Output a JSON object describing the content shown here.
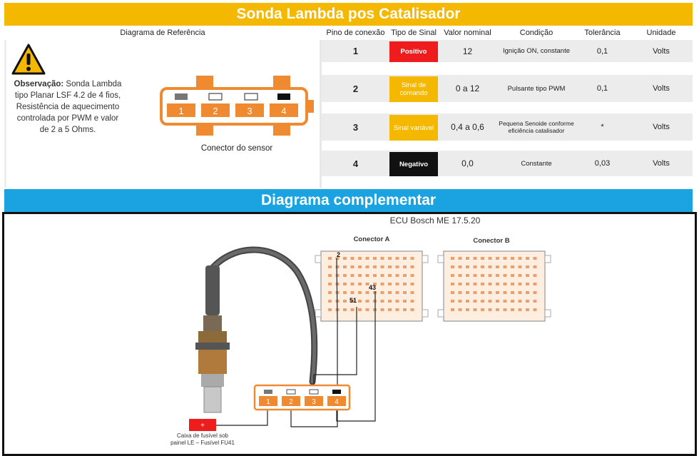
{
  "header": {
    "title": "Sonda Lambda pos Catalisador"
  },
  "columns": {
    "diagram": "Diagrama de Referência",
    "pin": "Pino de conexão",
    "signal": "Tipo de Sinal",
    "nominal": "Valor nominal",
    "condition": "Condição",
    "tolerance": "Tolerância",
    "unit": "Unidade"
  },
  "observation": {
    "label": "Observação:",
    "text": " Sonda Lambda tipo Planar LSF 4.2 de 4 fios, Resistência de aquecimento controlada por PWM e valor de 2 a 5 Ohms."
  },
  "connector": {
    "pins": [
      "1",
      "2",
      "3",
      "4"
    ],
    "caption": "Conector do sensor"
  },
  "rows": [
    {
      "pin": "1",
      "signal": "Positivo",
      "signal_color": "#ee1c1c",
      "nominal": "12",
      "condition": "Ignição ON, constante",
      "tolerance": "0,1",
      "unit": "Volts"
    },
    {
      "pin": "2",
      "signal": "Sinal de comando",
      "signal_color": "#f5b800",
      "nominal": "0 a 12",
      "condition": "Pulsante tipo PWM",
      "tolerance": "0,1",
      "unit": "Volts"
    },
    {
      "pin": "3",
      "signal": "Sinal variável",
      "signal_color": "#f5b800",
      "nominal": "0,4 a 0,6",
      "condition": "Pequena Senoide conforme eficiência catalisador",
      "tolerance": "*",
      "unit": "Volts"
    },
    {
      "pin": "4",
      "signal": "Negativo",
      "signal_color": "#111111",
      "nominal": "0,0",
      "condition": "Constante",
      "tolerance": "0,03",
      "unit": "Volts"
    }
  ],
  "complementary": {
    "title": "Diagrama complementar",
    "ecu": "ECU Bosch ME 17.5.20",
    "connector_a": "Conector A",
    "connector_b": "Conector B",
    "pin_labels": {
      "p2": "2",
      "p43": "43",
      "p51": "51"
    },
    "fuse_symbol": "+",
    "fuse_line1": "Caixa de fusível sob",
    "fuse_line2": "painel LE – Fusível FU41",
    "plug_pins": [
      "1",
      "2",
      "3",
      "4"
    ]
  },
  "colors": {
    "yellow": "#f5b800",
    "orange": "#f08a30",
    "blue": "#1aa3e0",
    "red": "#ee1c1c"
  },
  "icons": {
    "warning": "warning-icon"
  }
}
